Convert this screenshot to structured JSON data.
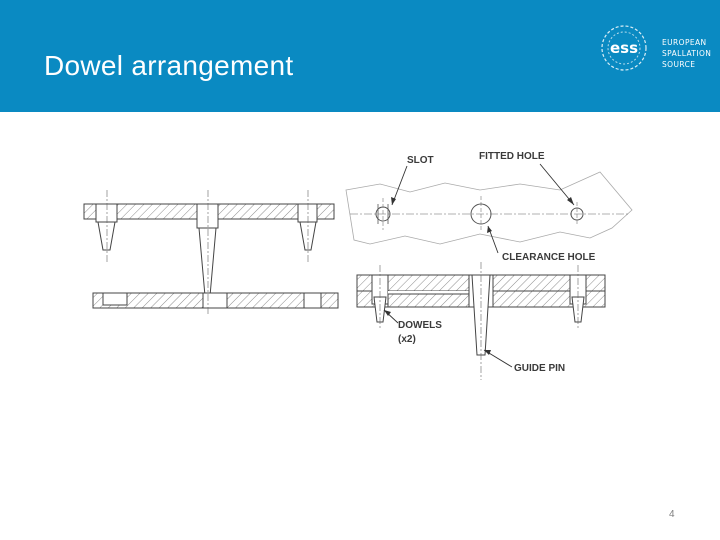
{
  "slide": {
    "title": "Dowel arrangement",
    "page_number": "4"
  },
  "logo": {
    "mark": "ess",
    "line1": "EUROPEAN",
    "line2": "SPALLATION",
    "line3": "SOURCE"
  },
  "diagram": {
    "labels": {
      "slot": "SLOT",
      "fitted_hole": "FITTED HOLE",
      "clearance_hole": "CLEARANCE HOLE",
      "dowels_line1": "DOWELS",
      "dowels_line2": "(x2)",
      "guide_pin": "GUIDE PIN"
    }
  },
  "colors": {
    "header": "#0a8ac2",
    "line": "#444444",
    "hatch": "#8c8c8c"
  }
}
